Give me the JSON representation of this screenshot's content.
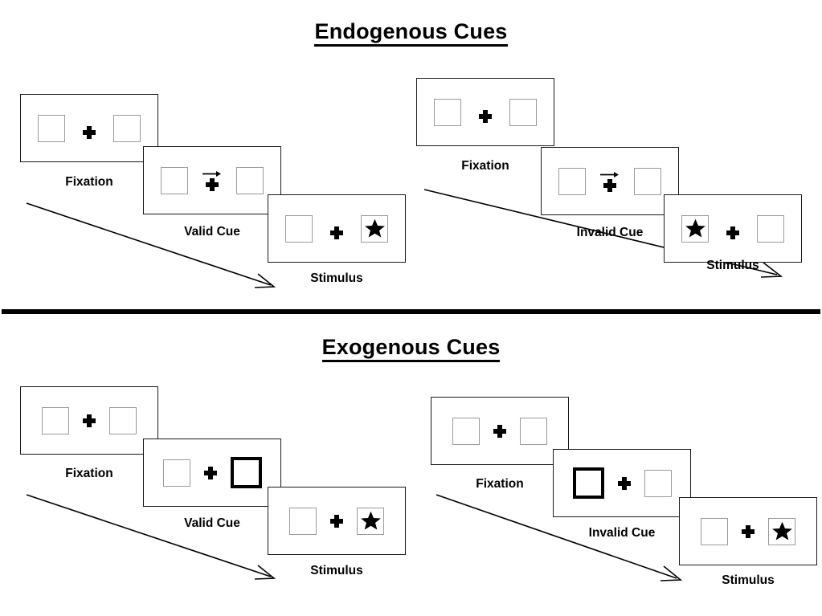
{
  "figure": {
    "sections": [
      {
        "id": "endogenous",
        "title": "Endogenous Cues",
        "groups": [
          {
            "id": "endogenous-valid",
            "condition": "valid",
            "panels": [
              {
                "label": "Fixation",
                "left": "empty",
                "right": "empty",
                "cue": "none",
                "center": "plus"
              },
              {
                "label": "Valid Cue",
                "left": "empty",
                "right": "empty",
                "cue": "arrow-right",
                "center": "plus-with-arrow"
              },
              {
                "label": "Stimulus",
                "left": "empty",
                "right": "star",
                "cue": "none",
                "center": "plus"
              }
            ]
          },
          {
            "id": "endogenous-invalid",
            "condition": "invalid",
            "panels": [
              {
                "label": "Fixation",
                "left": "empty",
                "right": "empty",
                "cue": "none",
                "center": "plus"
              },
              {
                "label": "Invalid Cue",
                "left": "empty",
                "right": "empty",
                "cue": "arrow-right",
                "center": "plus-with-arrow"
              },
              {
                "label": "Stimulus",
                "left": "star",
                "right": "empty",
                "cue": "none",
                "center": "plus"
              }
            ]
          }
        ]
      },
      {
        "id": "exogenous",
        "title": "Exogenous Cues",
        "groups": [
          {
            "id": "exogenous-valid",
            "condition": "valid",
            "panels": [
              {
                "label": "Fixation",
                "left": "empty",
                "right": "empty",
                "cue": "none",
                "center": "plus"
              },
              {
                "label": "Valid Cue",
                "left": "empty",
                "right": "cued",
                "cue": "peripheral-right",
                "center": "plus"
              },
              {
                "label": "Stimulus",
                "left": "empty",
                "right": "star",
                "cue": "none",
                "center": "plus"
              }
            ]
          },
          {
            "id": "exogenous-invalid",
            "condition": "invalid",
            "panels": [
              {
                "label": "Fixation",
                "left": "empty",
                "right": "empty",
                "cue": "none",
                "center": "plus"
              },
              {
                "label": "Invalid Cue",
                "left": "cued",
                "right": "empty",
                "cue": "peripheral-left",
                "center": "plus"
              },
              {
                "label": "Stimulus",
                "left": "empty",
                "right": "star",
                "cue": "none",
                "center": "plus"
              }
            ]
          }
        ]
      }
    ],
    "icons": {
      "fixation_cross": "plus-icon",
      "cue_arrow": "arrow-right-icon",
      "target": "star-icon",
      "time_flow": "diagonal-arrow-icon"
    },
    "colors": {
      "ink": "#000000",
      "panel_border": "#1a1a1a",
      "square_border": "#9a9a9a",
      "cued_square_border": "#000000",
      "background": "#ffffff"
    }
  }
}
